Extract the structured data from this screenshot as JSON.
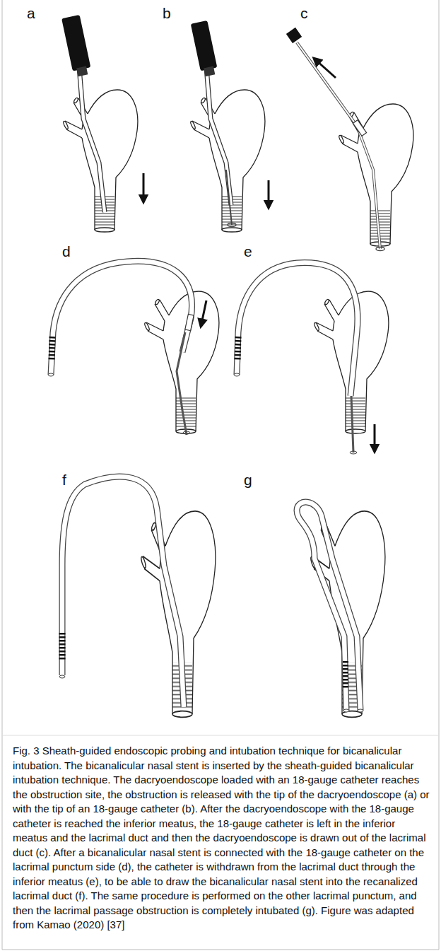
{
  "diagram": {
    "caption": "Fig. 3 Sheath-guided endoscopic probing and intubation technique for bicanalicular intubation. The bicanalicular nasal stent is inserted by the sheath-guided bicanalicular intubation technique. The dacryoendoscope loaded with an 18-gauge catheter reaches the obstruction site, the obstruction is released with the tip of the dacryoendoscope (a) or with the tip of an 18-gauge catheter (b). After the dacryoendoscope with the 18-gauge catheter is reached the inferior meatus, the 18-gauge catheter is left in the inferior meatus and the lacrimal duct and then the dacryoendoscope is drawn out of the lacrimal duct (c). After a bicanalicular nasal stent is connected with the 18-gauge catheter on the lacrimal punctum side (d), the catheter is withdrawn from the lacrimal duct through the inferior meatus (e), to be able to draw the bicanalicular nasal stent into the recanalized lacrimal duct (f). The same procedure is performed on the other lacrimal punctum, and then the lacrimal passage obstruction is completely intubated (g). Figure was adapted from Kamao (2020) [37]",
    "labels": [
      "a",
      "b",
      "c",
      "d",
      "e",
      "f",
      "g"
    ]
  }
}
